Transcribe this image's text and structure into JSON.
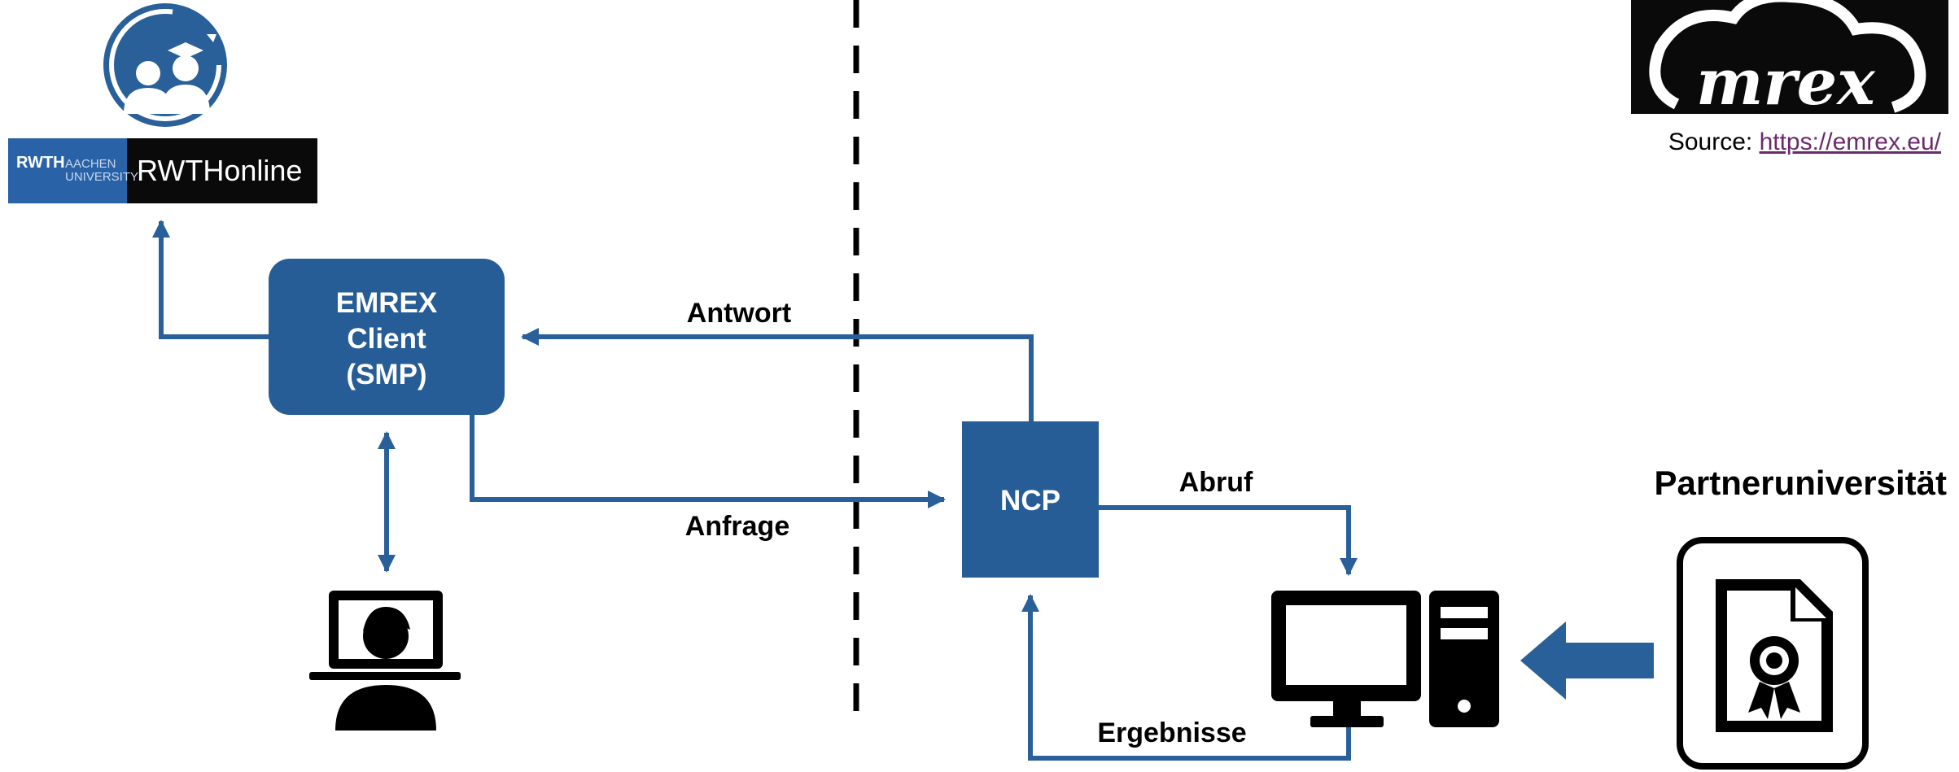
{
  "rwth": {
    "logo_text": "RWTH",
    "aachen": "AACHEN",
    "university": "UNIVERSITY",
    "online": "RWTHonline"
  },
  "client": {
    "line1": "EMREX",
    "line2": "Client",
    "line3": "(SMP)"
  },
  "ncp": {
    "label": "NCP"
  },
  "arrows": {
    "antwort": "Antwort",
    "anfrage": "Anfrage",
    "abruf": "Abruf",
    "ergebnisse": "Ergebnisse"
  },
  "partner": {
    "title": "Partneruniversität"
  },
  "emrex_logo": {
    "text": "mrex"
  },
  "source": {
    "prefix": "Source: ",
    "link": "https://emrex.eu/"
  },
  "colors": {
    "blue": "#2a6099",
    "box_blue": "#265d96",
    "black": "#000000"
  },
  "icons": [
    "student-graduate-icon",
    "user-laptop-icon",
    "desktop-computer-icon",
    "certificate-document-icon",
    "emrex-cloud-logo"
  ]
}
